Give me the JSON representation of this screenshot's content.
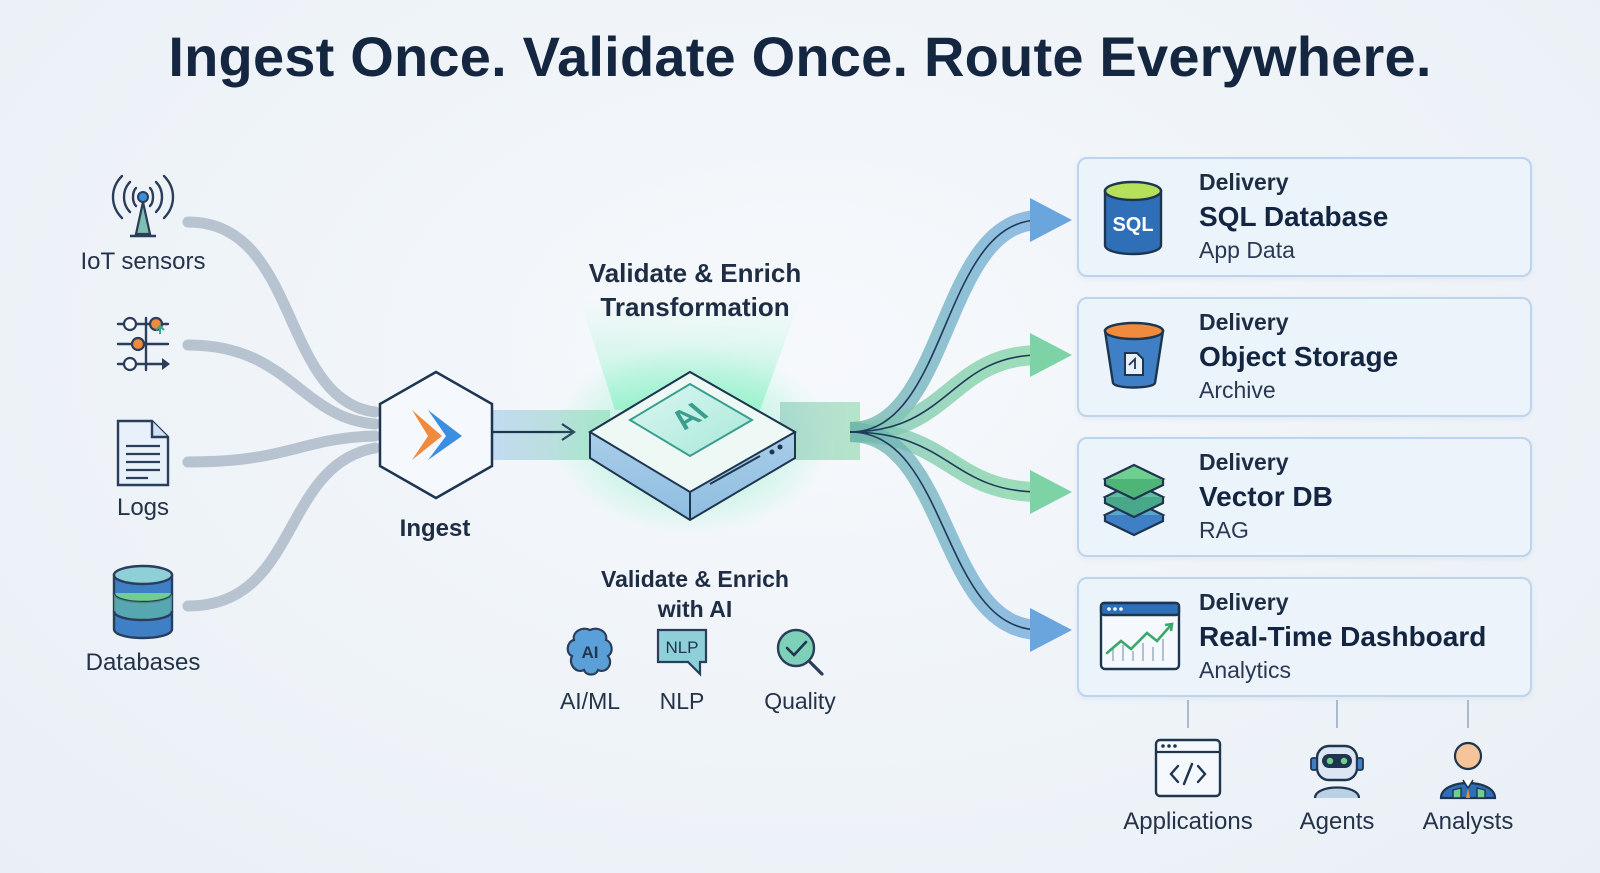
{
  "title": "Ingest Once. Validate Once. Route Everywhere.",
  "sources": [
    {
      "label": "IoT sensors",
      "icon": "antenna-icon"
    },
    {
      "label": "",
      "icon": "sliders-icon"
    },
    {
      "label": "Logs",
      "icon": "document-icon"
    },
    {
      "label": "Databases",
      "icon": "database-stack-icon"
    }
  ],
  "ingest": {
    "label": "Ingest",
    "icon": "chevron-hexagon-icon"
  },
  "transform": {
    "top_line1": "Validate & Enrich",
    "top_line2": "Transformation",
    "chip_text": "AI",
    "bottom_line1": "Validate & Enrich",
    "bottom_line2": "with AI",
    "tools": [
      {
        "label": "AI/ML",
        "icon": "brain-icon",
        "badge": "AI"
      },
      {
        "label": "NLP",
        "icon": "speech-bubble-icon",
        "badge": "NLP"
      },
      {
        "label": "Quality",
        "icon": "magnifier-check-icon"
      }
    ]
  },
  "destinations": [
    {
      "kicker": "Delivery",
      "name": "SQL Database",
      "sub": "App Data",
      "icon": "sql-cylinder-icon",
      "badge": "SQL"
    },
    {
      "kicker": "Delivery",
      "name": "Object Storage",
      "sub": "Archive",
      "icon": "bucket-icon"
    },
    {
      "kicker": "Delivery",
      "name": "Vector DB",
      "sub": "RAG",
      "icon": "layers-icon"
    },
    {
      "kicker": "Delivery",
      "name": "Real-Time Dashboard",
      "sub": "Analytics",
      "icon": "dashboard-chart-icon"
    }
  ],
  "consumers": [
    {
      "label": "Applications",
      "icon": "code-window-icon"
    },
    {
      "label": "Agents",
      "icon": "robot-icon"
    },
    {
      "label": "Analysts",
      "icon": "person-icon"
    }
  ],
  "colors": {
    "title": "#142640",
    "source_flow": "#a9b6c6",
    "flow_blue": "#7eb0e0",
    "flow_green": "#7fd6a6",
    "accent_teal": "#3a9e8e",
    "card_border": "#bcd4ec",
    "card_bg": "#ecf3fb"
  }
}
